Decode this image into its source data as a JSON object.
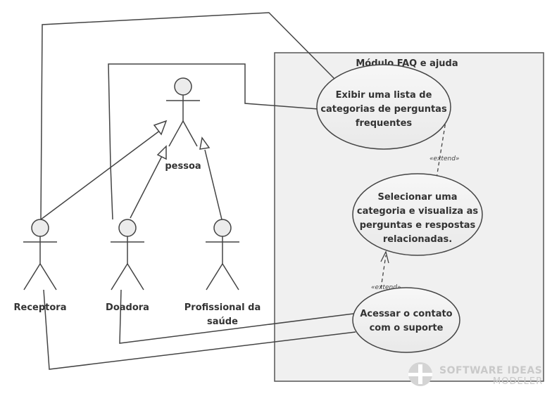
{
  "system": {
    "title": "Módulo FAQ e ajuda"
  },
  "actors": {
    "pessoa": "pessoa",
    "receptora": "Receptora",
    "doadora": "Doadora",
    "profissional": [
      "Profissional da",
      "saúde"
    ]
  },
  "use_cases": {
    "uc1": [
      "Exibir uma lista de",
      "categorias de perguntas",
      "frequentes"
    ],
    "uc2": [
      "Selecionar uma",
      "categoria e visualiza as",
      "perguntas e respostas",
      "relacionadas."
    ],
    "uc3": [
      "Acessar o contato",
      "com o suporte"
    ]
  },
  "relations": {
    "extend1": "«extend»",
    "extend2": "«extend»"
  },
  "watermark": {
    "brand": "SOFTWARE IDEAS",
    "product": "MODELER"
  },
  "colors": {
    "line": "#444444",
    "fill": "#f0f0f0",
    "text": "#333333",
    "watermark": "#c9c9c9"
  }
}
